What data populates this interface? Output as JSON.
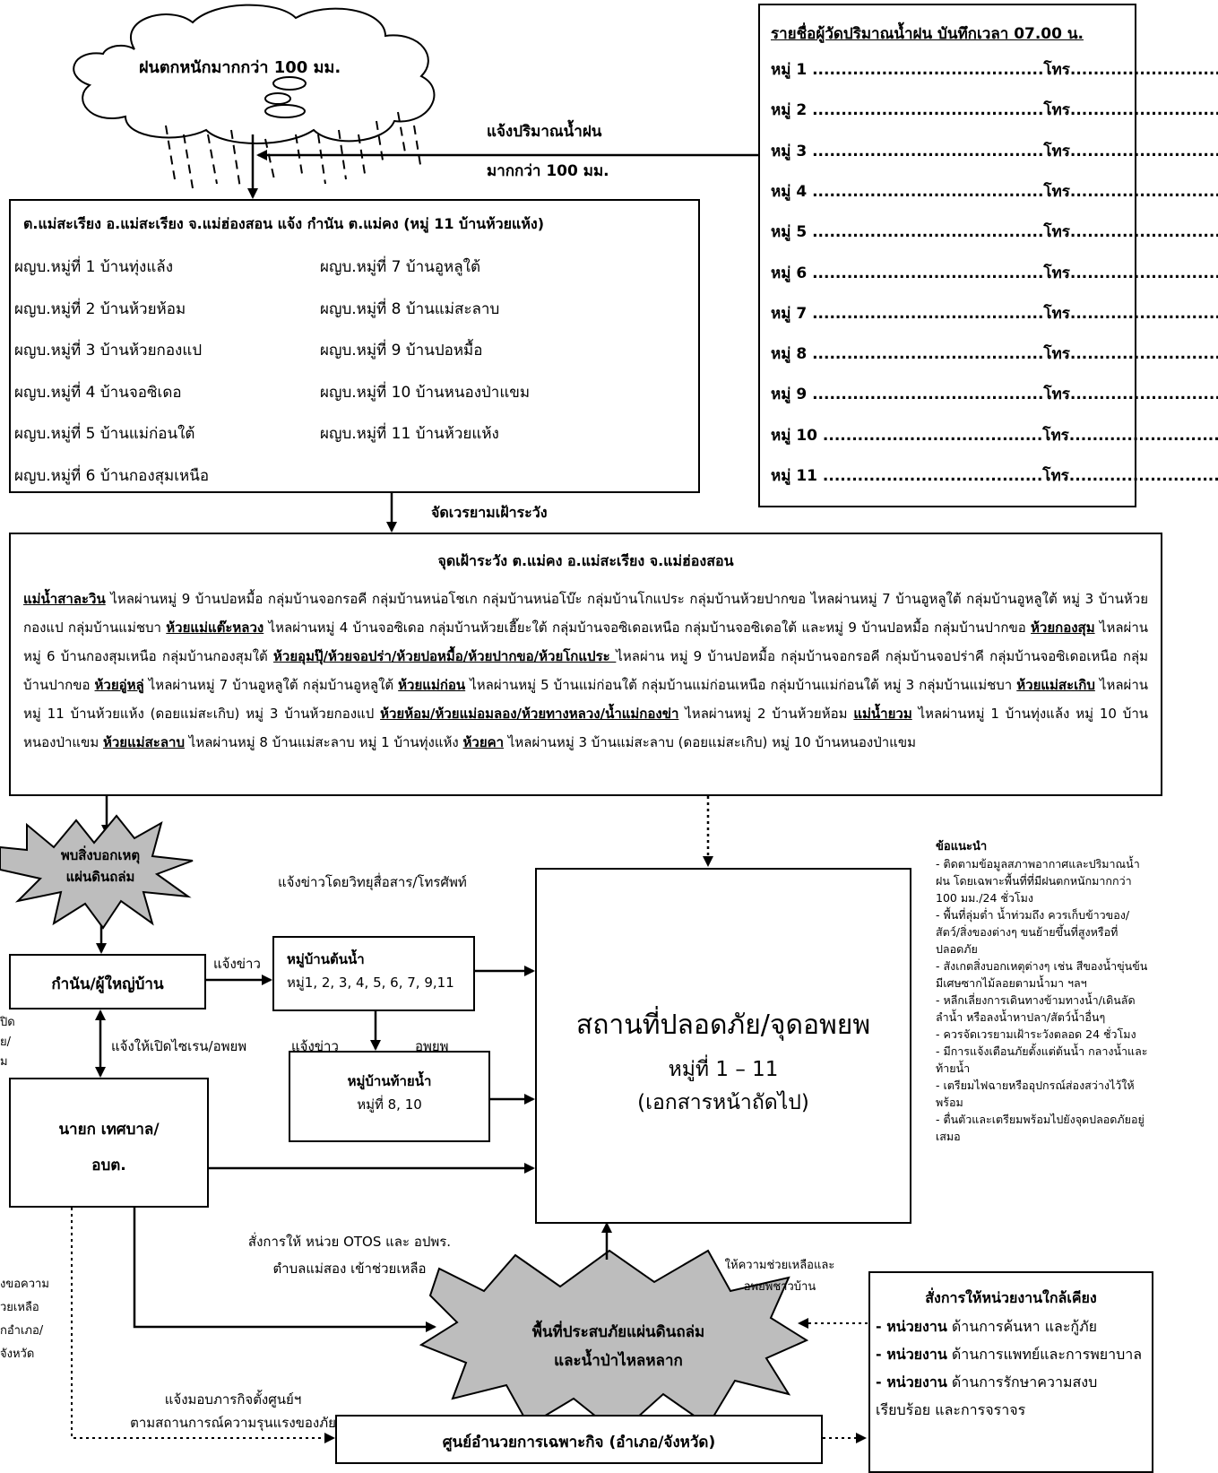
{
  "cloud": {
    "text": "ฝนตกหนักมากกว่า 100 มม."
  },
  "rain_report": {
    "line1": "แจ้งปริมาณน้ำฝน",
    "line2": "มากกว่า 100 มม."
  },
  "gauge_list": {
    "title": "รายชื่อผู้วัดปริมาณน้ำฝน บันทึกเวลา 07.00 น.",
    "rows": [
      "หมู่ 1 ........................................โทร...............................",
      "หมู่ 2 ........................................โทร...............................",
      "หมู่ 3 ........................................โทร...............................",
      "หมู่ 4 ........................................โทร...............................",
      "หมู่ 5 ........................................โทร...............................",
      "หมู่ 6 ........................................โทร...............................",
      "หมู่ 7 ........................................โทร...............................",
      "หมู่ 8 ........................................โทร...............................",
      "หมู่ 9 ........................................โทร...............................",
      "หมู่ 10 ......................................โทร...............................",
      "หมู่ 11 ......................................โทร..............................."
    ]
  },
  "notify_box": {
    "title": "ต.แม่สะเรียง อ.แม่สะเรียง จ.แม่ฮ่องสอน แจ้ง กำนัน ต.แม่คง (หมู่ 11 บ้านห้วยแห้ง)",
    "left": [
      "ผญบ.หมู่ที่ 1 บ้านทุ่งแล้ง",
      "ผญบ.หมู่ที่ 2 บ้านห้วยห้อม",
      "ผญบ.หมู่ที่ 3 บ้านห้วยกองแป",
      "ผญบ.หมู่ที่ 4 บ้านจอซิเดอ",
      "ผญบ.หมู่ที่ 5 บ้านแม่ก่อนใต้",
      "ผญบ.หมู่ที่ 6 บ้านกองสุมเหนือ"
    ],
    "right": [
      "ผญบ.หมู่ที่ 7 บ้านอูหลูใต้",
      "ผญบ.หมู่ที่ 8 บ้านแม่สะลาบ",
      "ผญบ.หมู่ที่ 9 บ้านปอหมื้อ",
      "ผญบ.หมู่ที่ 10 บ้านหนองป่าแขม",
      "ผญบ.หมู่ที่ 11 บ้านห้วยแห้ง"
    ]
  },
  "watch_label": "จัดเวรยามเฝ้าระวัง",
  "watch_box": {
    "title": "จุดเฝ้าระวัง ต.แม่คง อ.แม่สะเรียง จ.แม่ฮ่องสอน",
    "segments": [
      {
        "t": "แม่น้ำสาละวิน",
        "u": true
      },
      {
        "t": " ไหลผ่านหมู่ 9 บ้านปอหมื้อ กลุ่มบ้านจอกรอคี กลุ่มบ้านหน่อโชเก กลุ่มบ้านหน่อโบ๊ะ กลุ่มบ้านโกแประ กลุ่มบ้านห้วยปากขอ ไหลผ่านหมู่ 7 บ้านอูหลูใต้ กลุ่มบ้านอูหลูใต้ หมู่ 3 บ้านห้วยกองแป กลุ่มบ้านแม่ชบา ",
        "u": false
      },
      {
        "t": "ห้วยแม่แต๊ะหลวง",
        "u": true
      },
      {
        "t": " ไหลผ่านหมู่ 4 บ้านจอซิเดอ กลุ่มบ้านห้วยเฮี๊ยะใต้ กลุ่มบ้านจอซิเดอเหนือ กลุ่มบ้านจอซิเดอใต้ และหมู่ 9 บ้านปอหมื้อ กลุ่มบ้านปากขอ ",
        "u": false
      },
      {
        "t": "ห้วยกองสุม",
        "u": true
      },
      {
        "t": " ไหลผ่านหมู่ 6 บ้านกองสุมเหนือ กลุ่มบ้านกองสุมใต้ ",
        "u": false
      },
      {
        "t": "ห้วยอุมปุ๊/ห้วยจอปร่า/ห้วยปอหมื้อ/ห้วยปากขอ/ห้วยโกแประ ",
        "u": true
      },
      {
        "t": " ไหลผ่าน หมู่ 9 บ้านปอหมื้อ กลุ่มบ้านจอกรอคี กลุ่มบ้านจอปร่าคี กลุ่มบ้านจอซิเดอเหนือ กลุ่มบ้านปากขอ ",
        "u": false
      },
      {
        "t": "ห้วยอู่หลู่",
        "u": true
      },
      {
        "t": " ไหลผ่านหมู่ 7 บ้านอูหลูใต้ กลุ่มบ้านอูหลูใต้ ",
        "u": false
      },
      {
        "t": "ห้วยแม่ก่อน",
        "u": true
      },
      {
        "t": " ไหลผ่านหมู่ 5 บ้านแม่ก่อนใต้ กลุ่มบ้านแม่ก่อนเหนือ กลุ่มบ้านแม่ก่อนใต้ หมู่ 3 กลุ่มบ้านแม่ชบา ",
        "u": false
      },
      {
        "t": "ห้วยแม่สะเกิบ",
        "u": true
      },
      {
        "t": " ไหลผ่านหมู่ 11 บ้านห้วยแห้ง (ดอยแม่สะเกิบ) หมู่ 3 บ้านห้วยกองแป ",
        "u": false
      },
      {
        "t": "ห้วยห้อม/ห้วยแม่อมลอง/ห้วยทางหลวง/น้ำแม่กองข่า",
        "u": true
      },
      {
        "t": " ไหลผ่านหมู่ 2 บ้านห้วยห้อม ",
        "u": false
      },
      {
        "t": "แม่น้ำยวม",
        "u": true
      },
      {
        "t": " ไหลผ่านหมู่ 1 บ้านทุ่งแล้ง หมู่ 10 บ้านหนองป่าแขม ",
        "u": false
      },
      {
        "t": "ห้วยแม่สะลาบ",
        "u": true
      },
      {
        "t": " ไหลผ่านหมู่ 8 บ้านแม่สะลาบ หมู่ 1 บ้านทุ่งแห้ง ",
        "u": false
      },
      {
        "t": "ห้วยคา",
        "u": true
      },
      {
        "t": " ไหลผ่านหมู่ 3 บ้านแม่สะลาบ (ดอยแม่สะเกิบ) หมู่ 10 บ้านหนองป่าแขม",
        "u": false
      }
    ]
  },
  "sign_star": {
    "line1": "พบสิ่งบอกเหตุ",
    "line2": "แผ่นดินถล่ม"
  },
  "radio_label": "แจ้งข่าวโดยวิทยุสื่อสาร/โทรศัพท์",
  "kamnan_box": "กำนัน/ผู้ใหญ่บ้าน",
  "notify_label": "แจ้งข่าว",
  "notify_label2": "แจ้งข่าว",
  "evacuate_label": "อพยพ",
  "siren_label": "แจ้งให้เปิดไซเรน/อพยพ",
  "left_partial_1": [
    "ปิด",
    "ย/",
    "ม"
  ],
  "upstream": {
    "title": "หมู่บ้านต้นน้ำ",
    "list": "หมู่1, 2, 3, 4, 5, 6, 7, 9,11"
  },
  "downstream": {
    "title": "หมู่บ้านท้ายน้ำ",
    "list": "หมู่ที่ 8, 10"
  },
  "mayor_box": {
    "line1": "นายก เทศบาล/",
    "line2": "อบต."
  },
  "safe_box": {
    "title": "สถานที่ปลอดภัย/จุดอพยพ",
    "line2": "หมู่ที่ 1 – 11",
    "line3": "(เอกสารหน้าถัดไป)"
  },
  "advice": {
    "title": "ข้อแนะนำ",
    "items": [
      "- ติดตามข้อมูลสภาพอากาศและปริมาณน้ำฝน โดยเฉพาะพื้นที่ที่มีฝนตกหนักมากกว่า 100 มม./24 ชั่วโมง",
      "- พื้นที่ลุ่มต่ำ น้ำท่วมถึง ควรเก็บข้าวของ/สัตว์/สิ่งของต่างๆ ขนย้ายขึ้นที่สูงหรือที่ปลอดภัย",
      "- สังเกตสิ่งบอกเหตุต่างๆ เช่น สีของน้ำขุ่นข้น มีเศษซากไม้ลอยตามน้ำมา ฯลฯ",
      "- หลีกเลี่ยงการเดินทางข้ามทางน้ำ/เดินลัดลำน้ำ หรือลงน้ำหาปลา/สัตว์น้ำอื่นๆ",
      "- ควรจัดเวรยามเฝ้าระวังตลอด 24 ชั่วโมง",
      "- มีการแจ้งเตือนภัยตั้งแต่ต้นน้ำ กลางน้ำและท้ายน้ำ",
      "- เตรียมไฟฉายหรืออุปกรณ์ส่องสว่างไว้ให้พร้อม",
      "- ตื่นตัวและเตรียมพร้อมไปยังจุดปลอดภัยอยู่เสมอ"
    ]
  },
  "otos_label": {
    "line1": "สั่งการให้ หน่วย OTOS และ อปพร.",
    "line2": "ตำบลแม่สอง เข้าช่วยเหลือ"
  },
  "help_label": {
    "line1": "ให้ความช่วยเหลือและ",
    "line2": "อพยพชาวบ้าน"
  },
  "left_partial_2": [
    "งขอความ",
    "วยเหลือ",
    "กอำเภอ/",
    "จังหวัด"
  ],
  "disaster_star": {
    "line1": "พื้นที่ประสบภัยแผ่นดินถล่ม",
    "line2": "และน้ำป่าไหลหลาก"
  },
  "assign_label": {
    "line1": "แจ้งมอบภารกิจตั้งศูนย์ฯ",
    "line2": "ตามสถานการณ์ความรุนแรงของภัย"
  },
  "command_box": "ศูนย์อำนวยการเฉพาะกิจ (อำเภอ/จังหวัด)",
  "agencies": {
    "title": "สั่งการให้หน่วยงานใกล้เคียง",
    "rows": [
      {
        "k": "- หน่วยงาน",
        "v": " ด้านการค้นหา และกู้ภัย"
      },
      {
        "k": "- หน่วยงาน",
        "v": " ด้านการแพทย์และการพยาบาล"
      },
      {
        "k": "- หน่วยงาน",
        "v": " ด้านการรักษาความสงบเรียบร้อย และการจราจร"
      }
    ]
  }
}
